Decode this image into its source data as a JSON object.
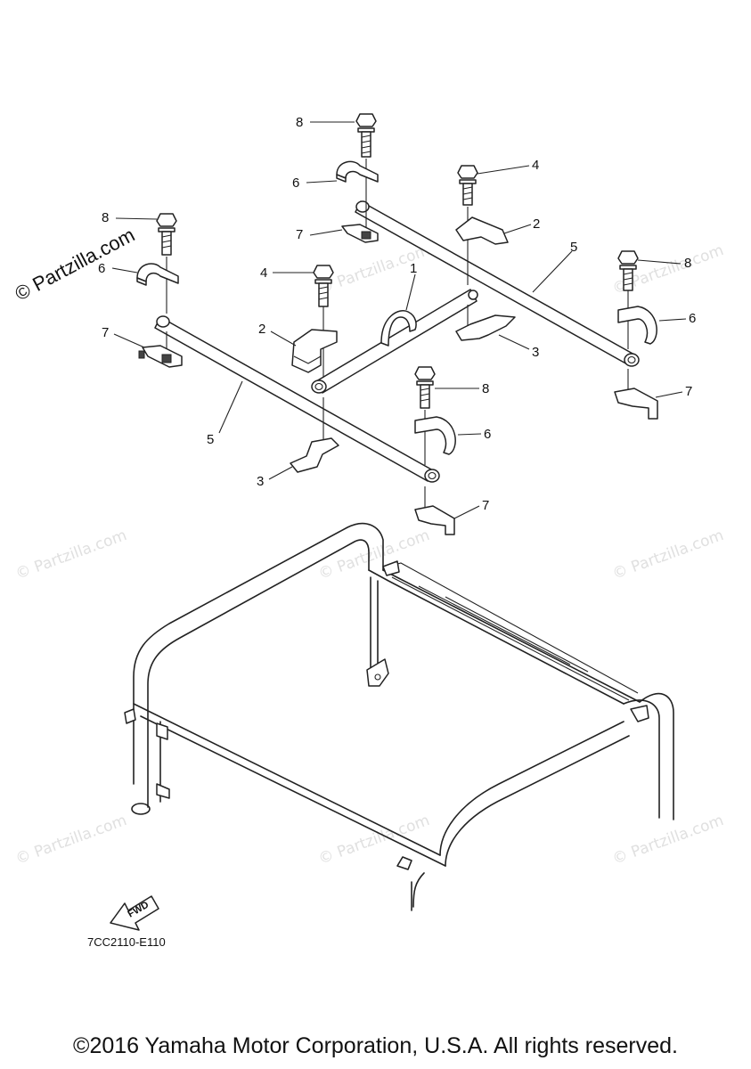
{
  "watermark": {
    "main": "© Partzilla.com",
    "tile": "© Partzilla.com"
  },
  "diagram_code": "7CC2110-E110",
  "fwd_label": "FWD",
  "callouts": {
    "c1": "1",
    "c2a": "2",
    "c2b": "2",
    "c3a": "3",
    "c3b": "3",
    "c4a": "4",
    "c4b": "4",
    "c5a": "5",
    "c5b": "5",
    "c6a": "6",
    "c6b": "6",
    "c6c": "6",
    "c6d": "6",
    "c7a": "7",
    "c7b": "7",
    "c7c": "7",
    "c7d": "7",
    "c8a": "8",
    "c8b": "8",
    "c8c": "8",
    "c8d": "8"
  },
  "copyright": "©2016 Yamaha Motor Corporation, U.S.A. All rights reserved."
}
